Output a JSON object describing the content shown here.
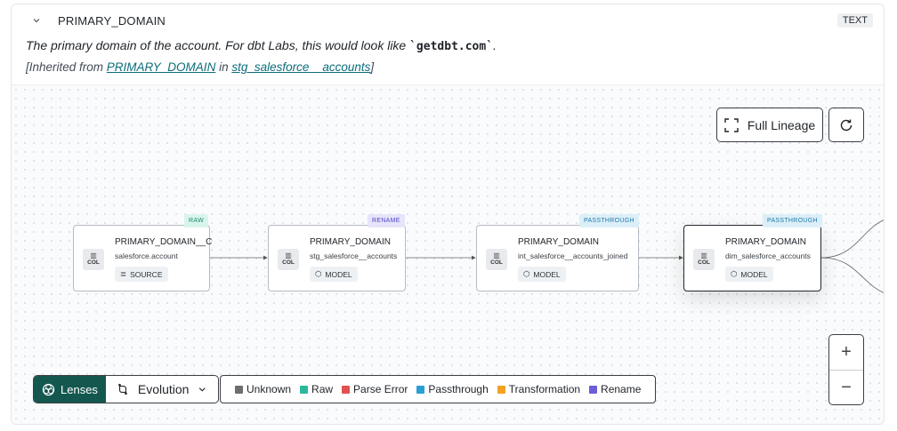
{
  "header": {
    "column_name": "PRIMARY_DOMAIN",
    "type": "TEXT",
    "description_pre": "The primary domain of the account. For dbt Labs, this would look like ",
    "description_code": "`getdbt.com`",
    "description_post": ".",
    "inherited_prefix": "[Inherited from ",
    "inherited_col": "PRIMARY_DOMAIN",
    "inherited_mid": " in ",
    "inherited_model": "stg_salesforce__accounts",
    "inherited_suffix": "]"
  },
  "toolbar": {
    "full_lineage_label": "Full Lineage"
  },
  "nodes": [
    {
      "tag": "RAW",
      "name": "PRIMARY_DOMAIN__C",
      "sub": "salesforce.account",
      "kind": "SOURCE",
      "col": "COL"
    },
    {
      "tag": "RENAME",
      "name": "PRIMARY_DOMAIN",
      "sub": "stg_salesforce__accounts",
      "kind": "MODEL",
      "col": "COL"
    },
    {
      "tag": "PASSTHROUGH",
      "name": "PRIMARY_DOMAIN",
      "sub": "int_salesforce__accounts_joined",
      "kind": "MODEL",
      "col": "COL"
    },
    {
      "tag": "PASSTHROUGH",
      "name": "PRIMARY_DOMAIN",
      "sub": "dim_salesforce_accounts",
      "kind": "MODEL",
      "col": "COL"
    }
  ],
  "lenses": {
    "label": "Lenses",
    "selected": "Evolution"
  },
  "legend": [
    {
      "label": "Unknown",
      "color": "#6e6e6e"
    },
    {
      "label": "Raw",
      "color": "#2bb79a"
    },
    {
      "label": "Parse Error",
      "color": "#e0524f"
    },
    {
      "label": "Passthrough",
      "color": "#2a9fd6"
    },
    {
      "label": "Transformation",
      "color": "#f0a322"
    },
    {
      "label": "Rename",
      "color": "#6a5fd8"
    }
  ]
}
